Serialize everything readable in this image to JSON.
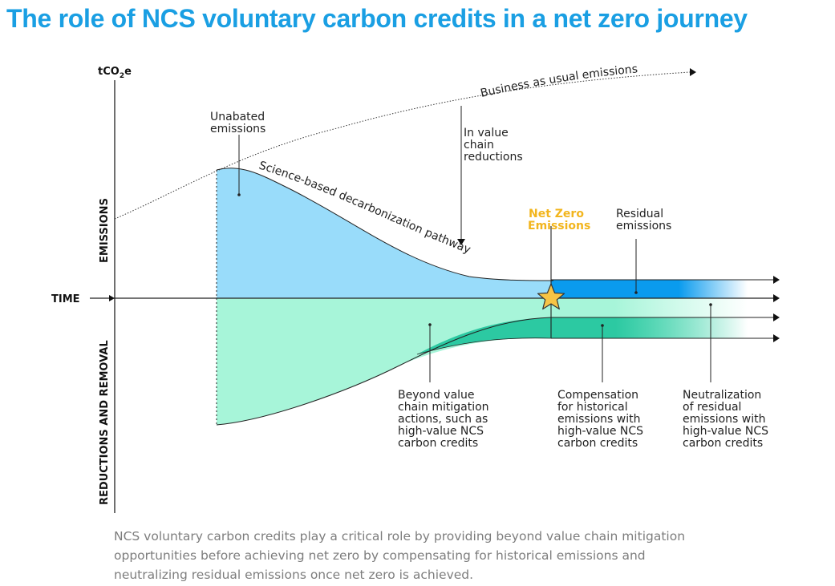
{
  "title": "The role of NCS voluntary carbon credits in a net zero journey",
  "axes": {
    "y_unit_main": "tCO",
    "y_unit_sub": "2",
    "y_unit_tail": "e",
    "time_label": "TIME",
    "emissions_label": "EMISSIONS",
    "reductions_label": "REDUCTIONS AND REMOVAL"
  },
  "labels": {
    "bau": "Business as usual emissions",
    "pathway": "Science-based decarbonization pathway",
    "unabated": [
      "Unabated",
      "emissions"
    ],
    "in_value_chain": [
      "In value",
      "chain",
      "reductions"
    ],
    "net_zero": [
      "Net Zero",
      "Emissions"
    ],
    "residual": [
      "Residual",
      "emissions"
    ],
    "beyond_value_chain": [
      "Beyond value",
      "chain mitigation",
      "actions, such as",
      "high-value NCS",
      "carbon credits"
    ],
    "compensation": [
      "Compensation",
      "for historical",
      "emissions with",
      "high-value NCS",
      "carbon credits"
    ],
    "neutralization": [
      "Neutralization",
      "of residual",
      "emissions with",
      "high-value NCS",
      "carbon credits"
    ]
  },
  "caption": [
    "NCS voluntary carbon credits play a critical role by providing beyond value chain mitigation",
    "opportunities before achieving net zero by compensating for historical emissions and",
    "neutralizing residual emissions once net zero is achieved."
  ],
  "colors": {
    "title": "#1a9fe3",
    "emissions_fill": "#99dcfa",
    "residual_fill": "#0a9bee",
    "removal_fill": "#a7f5d9",
    "compensation_fill": "#2cc9a2",
    "net_zero_text": "#f2b51d",
    "star": "#f6c445"
  },
  "icons": {
    "net_zero_marker": "star-icon"
  }
}
